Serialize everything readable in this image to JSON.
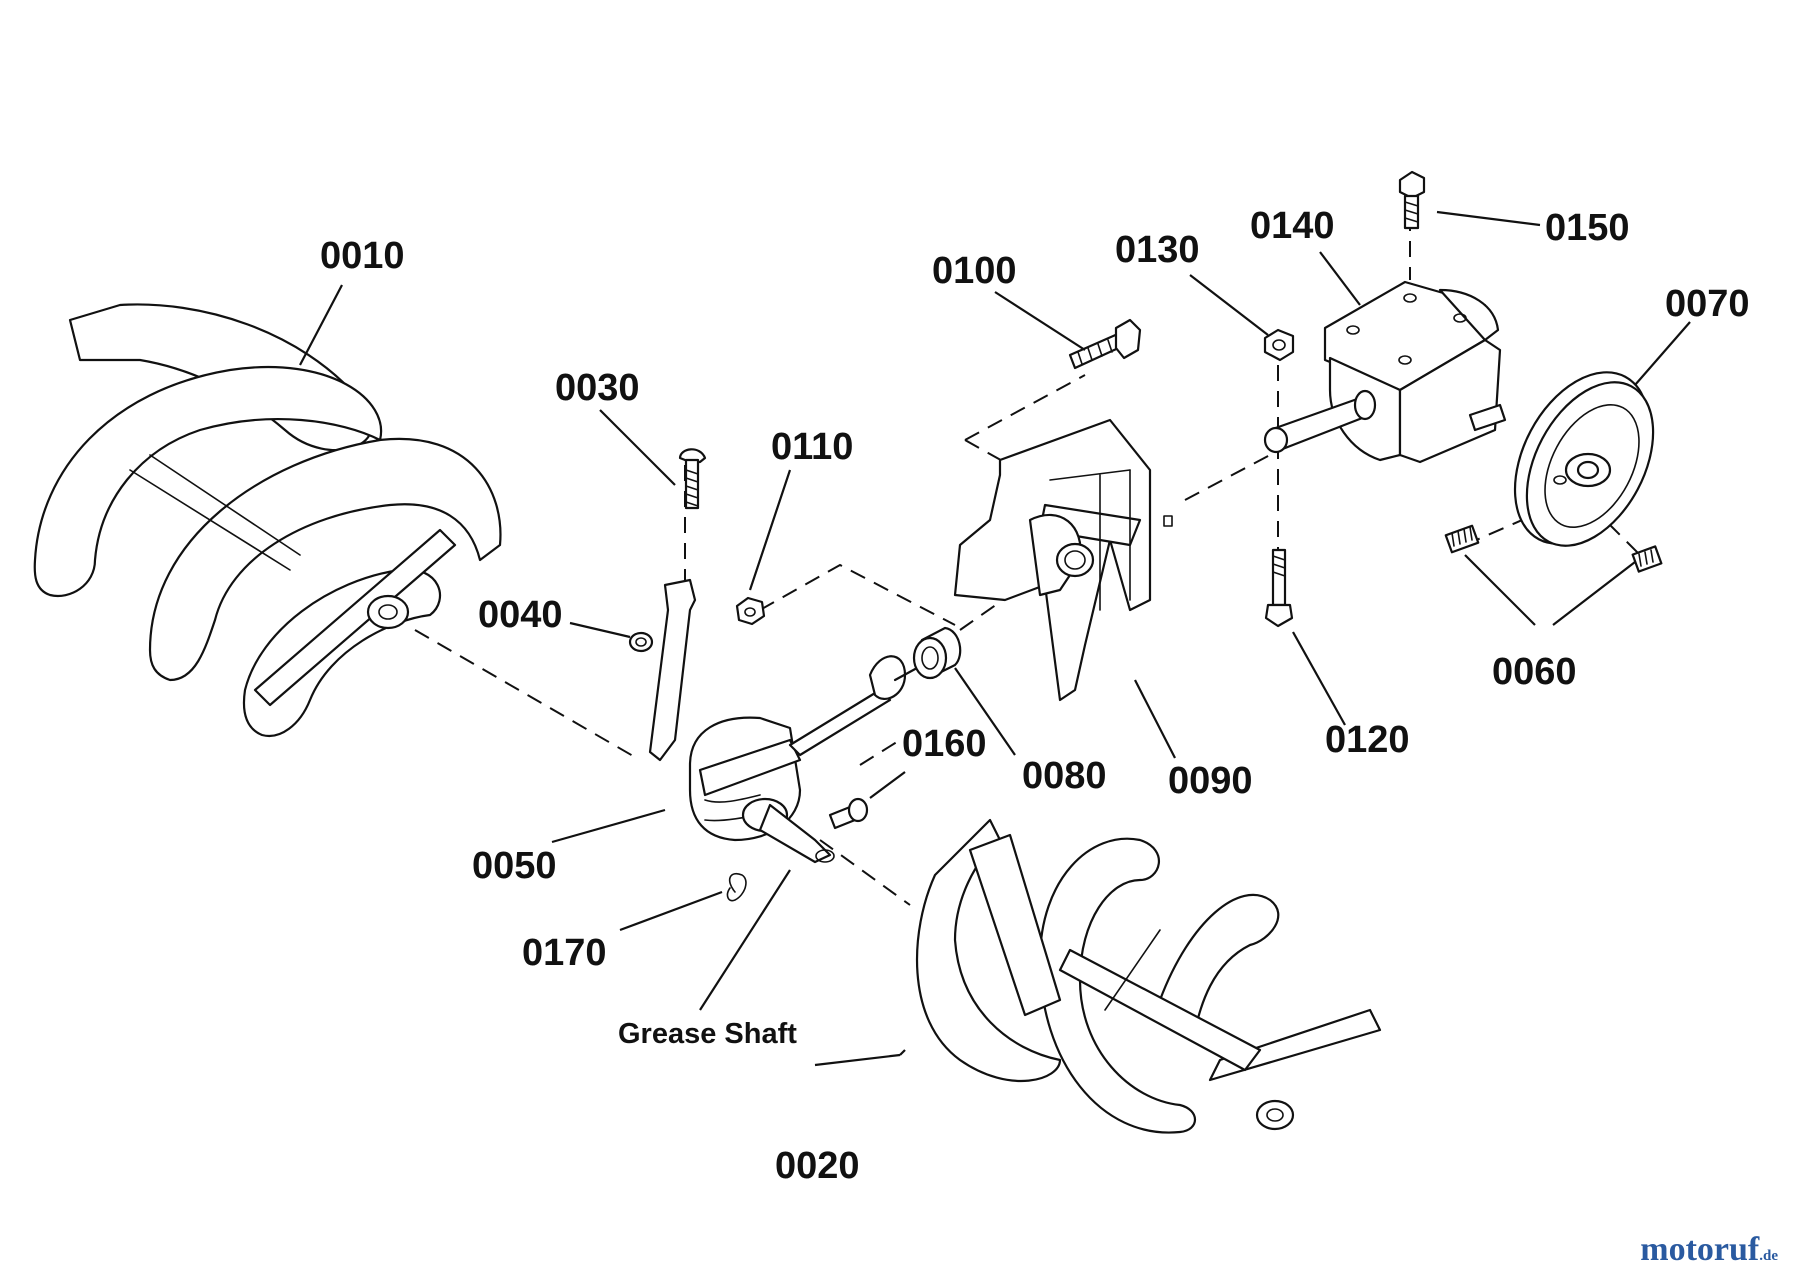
{
  "labels": {
    "p0010": "0010",
    "p0020": "0020",
    "p0030": "0030",
    "p0040": "0040",
    "p0050": "0050",
    "p0060": "0060",
    "p0070": "0070",
    "p0080": "0080",
    "p0090": "0090",
    "p0100": "0100",
    "p0110": "0110",
    "p0120": "0120",
    "p0130": "0130",
    "p0140": "0140",
    "p0150": "0150",
    "p0160": "0160",
    "p0170": "0170",
    "grease": "Grease Shaft"
  },
  "watermark": {
    "brand": "motoruf",
    "tld": ".de"
  },
  "colors": {
    "line": "#111111",
    "background": "#ffffff",
    "watermark_blue": "#2a5aa0",
    "watermark_orange": "#d76a16"
  }
}
